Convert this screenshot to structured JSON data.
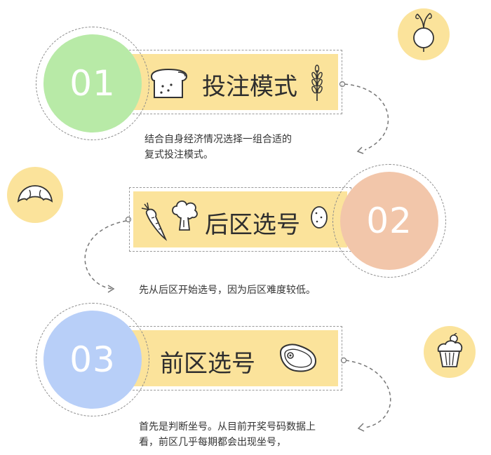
{
  "steps": [
    {
      "number": "01",
      "title": "投注模式",
      "description_line1": "结合自身经济情况选择一组合适的",
      "description_line2": "复式投注模式。",
      "circle_color": "#b8eaa7"
    },
    {
      "number": "02",
      "title": "后区选号",
      "description_line1": "先从后区开始选号，因为后区难度较低。",
      "circle_color": "#f2c6aa"
    },
    {
      "number": "03",
      "title": "前区选号",
      "description_line1": "首先是判断坐号。从目前开奖号码数据上",
      "description_line2": "看，前区几乎每期都会出现坐号，",
      "circle_color": "#b8cff8"
    }
  ],
  "colors": {
    "banner": "#fbe39b",
    "deco": "#fbe39b",
    "dash": "#8a8a8a"
  },
  "icons": {
    "step1_left": "bread-icon",
    "step1_right": "wheat-icon",
    "step2_left": "carrot-icon",
    "step2_left2": "broccoli-icon",
    "step2_right": "potato-icon",
    "step3_right": "steak-icon",
    "deco_top_right": "radish-icon",
    "deco_left": "croissant-icon",
    "deco_bottom_right": "cupcake-icon"
  }
}
